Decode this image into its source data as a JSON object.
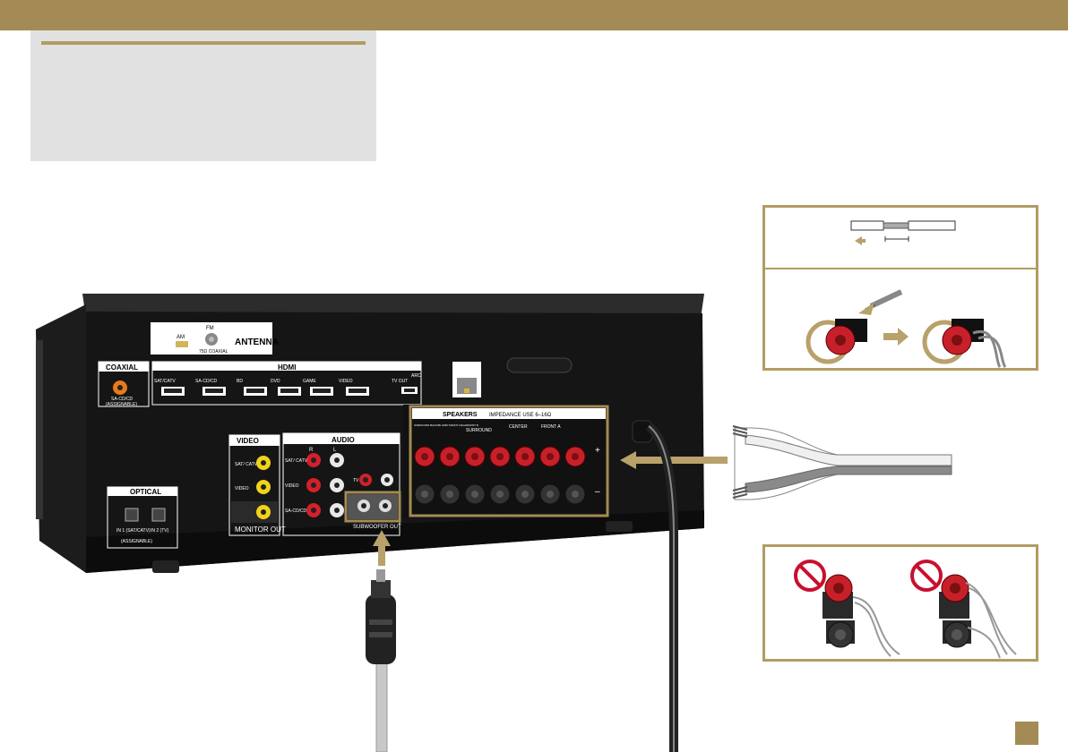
{
  "receiver": {
    "antenna_label": "ANTENNA",
    "am_label": "AM",
    "fm_label": "FM",
    "fm_coaxial_label": "75Ω COAXIAL",
    "coaxial_label": "COAXIAL",
    "coaxial_sub": "SA-CD/CD",
    "coaxial_assign": "(ASSIGNABLE)",
    "hdmi_label": "HDMI",
    "hdmi_inputs": [
      "SAT/CATV",
      "SA-CD/CD",
      "BD",
      "DVD",
      "GAME",
      "VIDEO"
    ],
    "hdmi_tv_out": "TV OUT",
    "hdmi_arc": "ARC",
    "video_label": "VIDEO",
    "video_inputs": [
      "SAT/ CATV",
      "VIDEO"
    ],
    "monitor_out_label": "MONITOR OUT",
    "audio_label": "AUDIO",
    "audio_r": "R",
    "audio_l": "L",
    "audio_inputs": [
      "SAT/ CATV",
      "VIDEO",
      "SA-CD/CD"
    ],
    "audio_tv": "TV",
    "subwoofer_label": "SUBWOOFER OUT",
    "optical_label": "OPTICAL",
    "optical_in1": "IN 1 (SAT/CATV)",
    "optical_in2": "IN 2 (TV)",
    "optical_assign": "(ASSIGNABLE)",
    "speakers_label": "SPEAKERS",
    "impedance_label": "IMPEDANCE USE 6–16Ω",
    "surround_back_label": "SURROUND BACK/BI-AMP/ FRONT HIGH/FRONT B",
    "surround_label": "SURROUND",
    "center_label": "CENTER",
    "front_a_label": "FRONT A",
    "plus_sign": "+",
    "minus_sign": "–"
  },
  "colors": {
    "accent": "#a48b55",
    "panel_border": "#b29c62",
    "speaker_red": "#c8202a",
    "no_sign_red": "#c8102e"
  },
  "icons": [
    "prohibited-icon",
    "arrow-right-icon",
    "arrow-up-icon",
    "arrow-left-icon"
  ]
}
